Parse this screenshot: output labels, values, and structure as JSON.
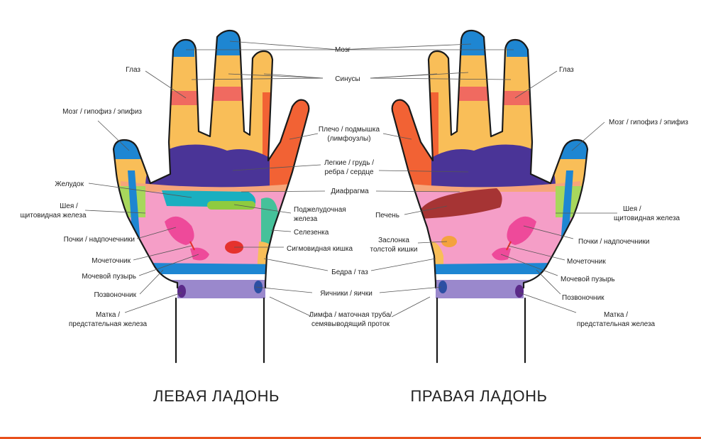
{
  "titles": {
    "left": "ЛЕВАЯ ЛАДОНЬ",
    "right": "ПРАВАЯ ЛАДОНЬ"
  },
  "labels": {
    "brain": "Мозг",
    "eye_left": "Глаз",
    "eye_right": "Глаз",
    "sinuses": "Синусы",
    "pituitary_left": "Мозг / гипофиз / эпифиз",
    "pituitary_right": "Мозг / гипофиз / эпифиз",
    "shoulder": [
      "Плечо / подмышка",
      "(лимфоузлы)"
    ],
    "lungs": [
      "Легкие / грудь /",
      "ребра / сердце"
    ],
    "diaphragm": "Диафрагма",
    "stomach": "Желудок",
    "thyroid_left": [
      "Шея /",
      "щитовидная железа"
    ],
    "thyroid_right": [
      "Шея /",
      "щитовидная железа"
    ],
    "pancreas": [
      "Поджелудочная",
      "железа"
    ],
    "liver": "Печень",
    "spleen": "Селезенка",
    "kidneys_left": "Почки / надпочечники",
    "kidneys_right": "Почки / надпочечники",
    "valve": [
      "Заслонка",
      "толстой кишки"
    ],
    "sigmoid": "Сигмовидная кишка",
    "ureter_left": "Мочеточник",
    "ureter_right": "Мочеточник",
    "bladder_left": "Мочевой пузырь",
    "bladder_right": "Мочевой пузырь",
    "hips": "Бедра / таз",
    "spine_left": "Позвоночник",
    "spine_right": "Позвоночник",
    "ovaries": "Яичники / яички",
    "uterus_left": [
      "Матка /",
      "предстательная железа"
    ],
    "uterus_right": [
      "Матка /",
      "предстательная железа"
    ],
    "lymph": [
      "Лимфа / маточная труба/",
      "семявыводящий проток"
    ]
  },
  "colors": {
    "finger": "#F9BE58",
    "tip": "#1E86D2",
    "eye_band": "#F06A60",
    "chest": "#4A3497",
    "shoulder": "#F26234",
    "palm": "#F59EC7",
    "stomach": "#1AAFC0",
    "pancreas": "#8FCB3F",
    "spleen": "#45C19A",
    "liver": "#A63434",
    "diaphragm": "#F6A57A",
    "spine": "#1E86D2",
    "wrist": "#9A88CC",
    "ovary": "#2C4FA3",
    "uterus": "#5B2A88",
    "neck": "#A8D75C",
    "sigmoid": "#E5322D",
    "bottom_bar": "#E8501C"
  }
}
